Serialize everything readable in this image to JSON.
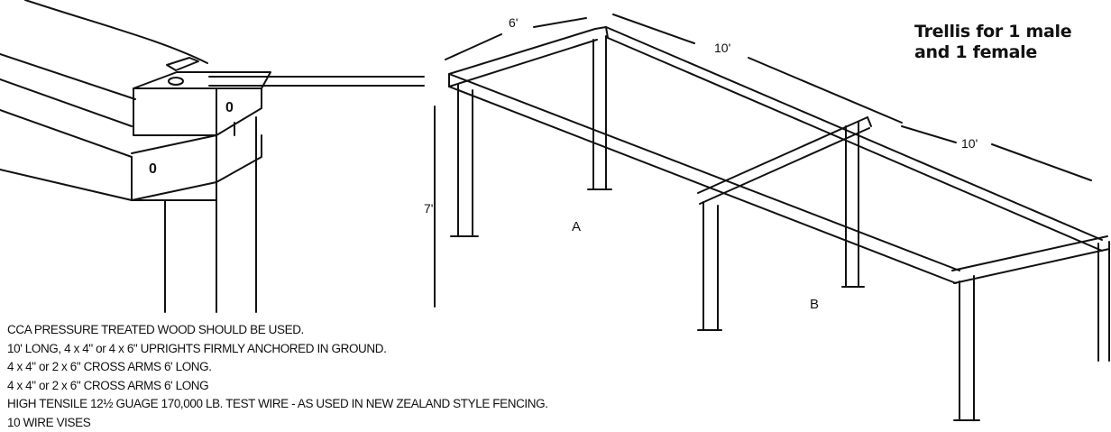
{
  "title": {
    "line1": "Trellis for 1 male",
    "line2": "and 1 female"
  },
  "dimensions": {
    "width": "6'",
    "length_a": "10'",
    "length_b": "10'",
    "height": "7'"
  },
  "labels": {
    "a": "A",
    "b": "B"
  },
  "detail_marks": [
    "0",
    "0"
  ],
  "notes": [
    "CCA PRESSURE TREATED WOOD SHOULD BE USED.",
    "10' LONG, 4 x 4\" or 4 x 6\" UPRIGHTS FIRMLY ANCHORED IN GROUND.",
    "4 x 4\" or 2 x 6\" CROSS ARMS 6' LONG.",
    "4 x 4\" or 2 x 6\" CROSS ARMS 6' LONG",
    "HIGH TENSILE 12½ GUAGE 170,000 LB. TEST WIRE - AS USED IN NEW ZEALAND STYLE FENCING.",
    "10 WIRE VISES"
  ]
}
